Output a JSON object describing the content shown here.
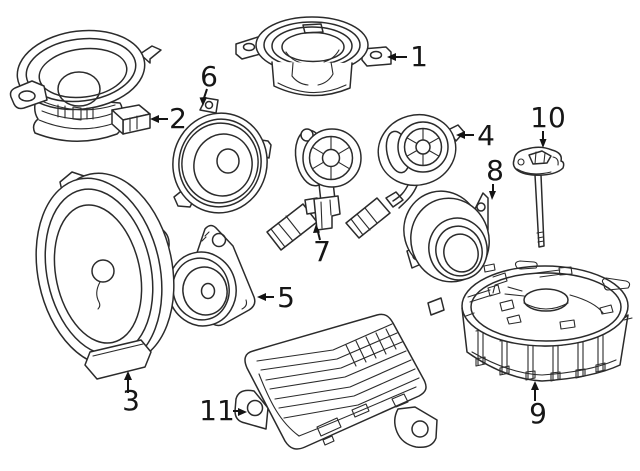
{
  "diagram": {
    "kind": "parts-diagram",
    "background_color": "#ffffff",
    "line_color": "#2b2b2b",
    "label_color": "#161616",
    "callouts": [
      {
        "number": "1",
        "part": "speaker-mounting-ring"
      },
      {
        "number": "2",
        "part": "center-dash-speaker"
      },
      {
        "number": "3",
        "part": "large-oval-door-speaker"
      },
      {
        "number": "4",
        "part": "tweeter-with-wiring"
      },
      {
        "number": "5",
        "part": "round-speaker-with-plate"
      },
      {
        "number": "6",
        "part": "mid-range-speaker"
      },
      {
        "number": "7",
        "part": "tweeter-with-bracket"
      },
      {
        "number": "8",
        "part": "small-round-speaker"
      },
      {
        "number": "9",
        "part": "subwoofer-enclosure"
      },
      {
        "number": "10",
        "part": "antenna-mast"
      },
      {
        "number": "11",
        "part": "amplifier-unit"
      }
    ]
  }
}
